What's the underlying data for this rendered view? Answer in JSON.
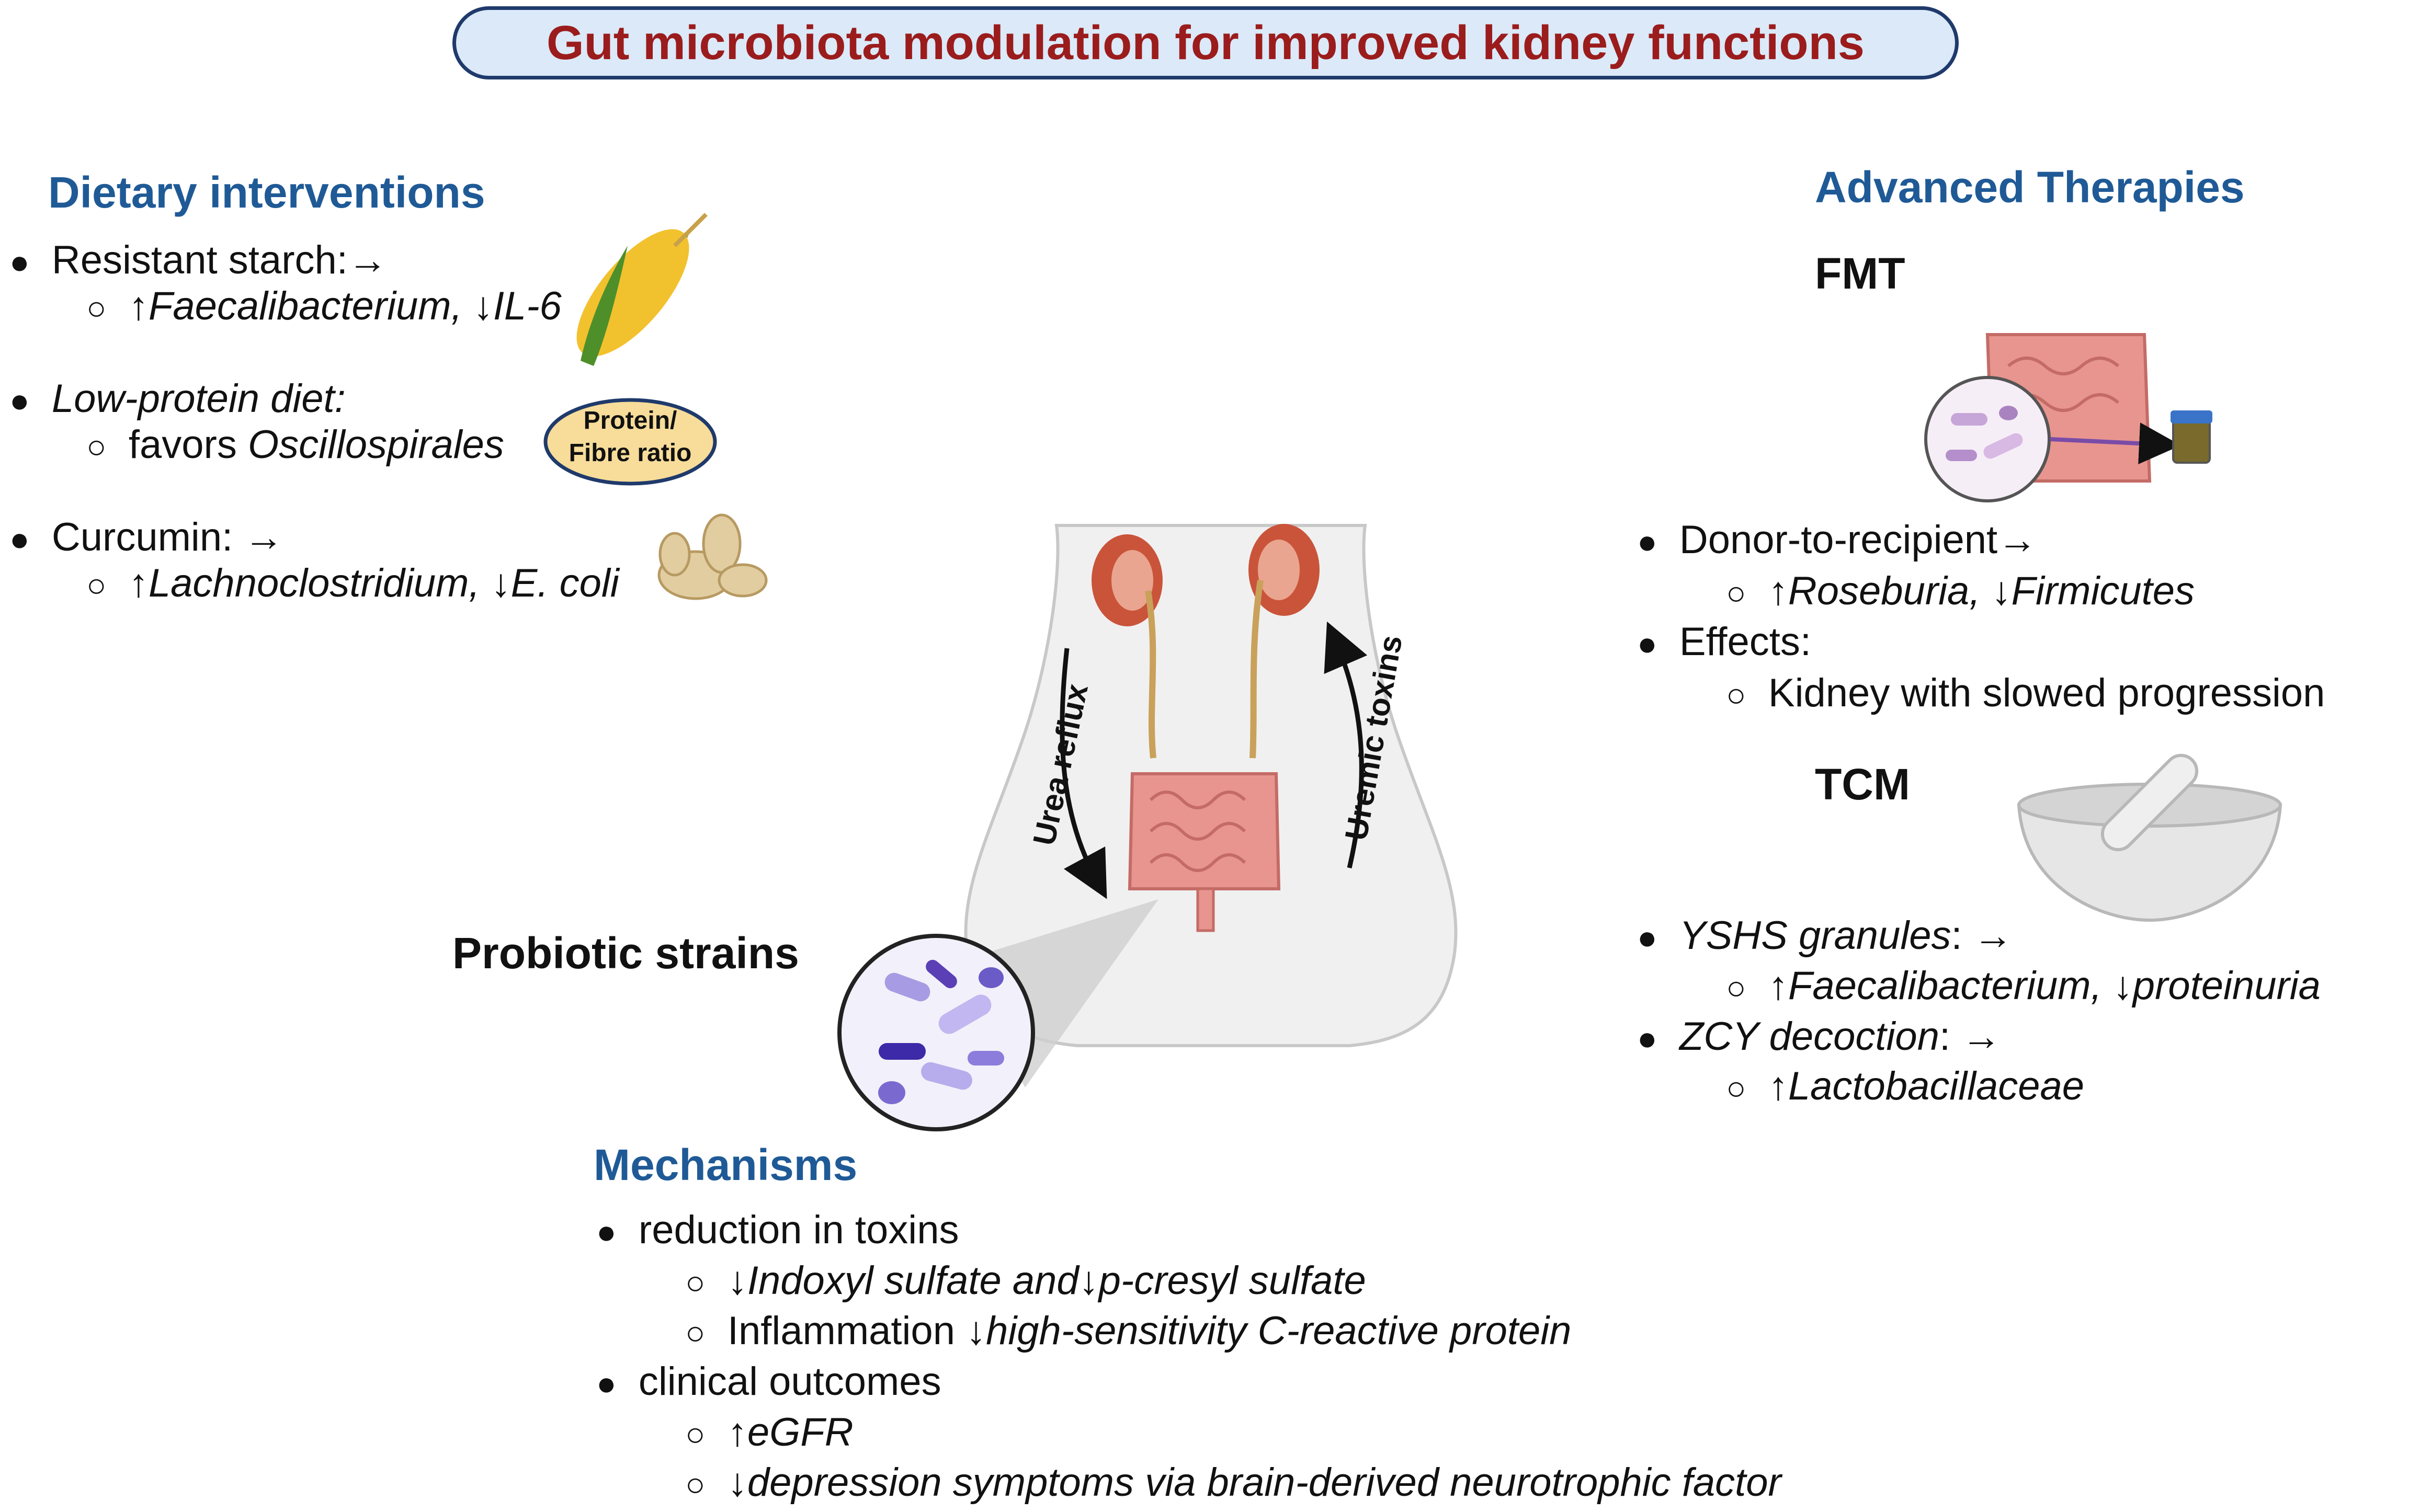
{
  "title": "Gut microbiota modulation for improved kidney functions",
  "dietary": {
    "heading": "Dietary interventions",
    "items": [
      {
        "label": "Resistant starch:→",
        "sub_pre": "↑",
        "sub_a": "Faecalibacterium",
        "sub_mid": ", ↓",
        "sub_b": "IL-6"
      },
      {
        "label": "Low-protein diet:",
        "sub_pre": "favors ",
        "sub_a": "Oscillospirales"
      },
      {
        "label": "Curcumin: →",
        "sub_pre": "↑",
        "sub_a": "Lachnoclostridium",
        "sub_mid": ", ↓",
        "sub_b": "E. coli"
      }
    ],
    "ratio_badge_line1": "Protein/",
    "ratio_badge_line2": "Fibre ratio"
  },
  "advanced": {
    "heading": "Advanced Therapies",
    "fmt": {
      "heading": "FMT",
      "item1": "Donor-to-recipient→",
      "item1_sub_a": "↑Roseburia",
      "item1_sub_b": ", ↓Firmicutes",
      "item2": "Effects:",
      "item2_sub": "Kidney with slowed progression"
    },
    "tcm": {
      "heading": "TCM",
      "item1_name": "YSHS granules",
      "item1_rest": ": →",
      "item1_sub_a": "↑Faecalibacterium",
      "item1_sub_b": ", ↓proteinuria",
      "item2_name": "ZCY decoction",
      "item2_rest": ": →",
      "item2_sub": "↑Lactobacillaceae"
    }
  },
  "center": {
    "urea_reflux": "Urea reflux",
    "uremic_toxins": "Uremic toxins",
    "probiotic": "Probiotic strains"
  },
  "mechanisms": {
    "heading": "Mechanisms",
    "item1": "reduction in toxins",
    "item1_sub1": "↓Indoxyl sulfate and↓p-cresyl sulfate",
    "item1_sub2_plain": "Inflammation ",
    "item1_sub2_it": "↓high-sensitivity C-reactive protein",
    "item2": "clinical outcomes",
    "item2_sub1": "↑eGFR",
    "item2_sub2": "↓depression symptoms via brain-derived neurotrophic factor"
  },
  "colors": {
    "title_text": "#9b1c1c",
    "heading_blue": "#1f5a96",
    "title_fill": "#dbe9f8",
    "kidney": "#c9543a",
    "intestine": "#e8958f",
    "bacteria": "#5a3fb5"
  },
  "icons": [
    "corn-icon",
    "ginger-icon",
    "intestine-icon",
    "stool-sample-icon",
    "mortar-pestle-icon",
    "kidney-icon",
    "bacteria-icon"
  ]
}
